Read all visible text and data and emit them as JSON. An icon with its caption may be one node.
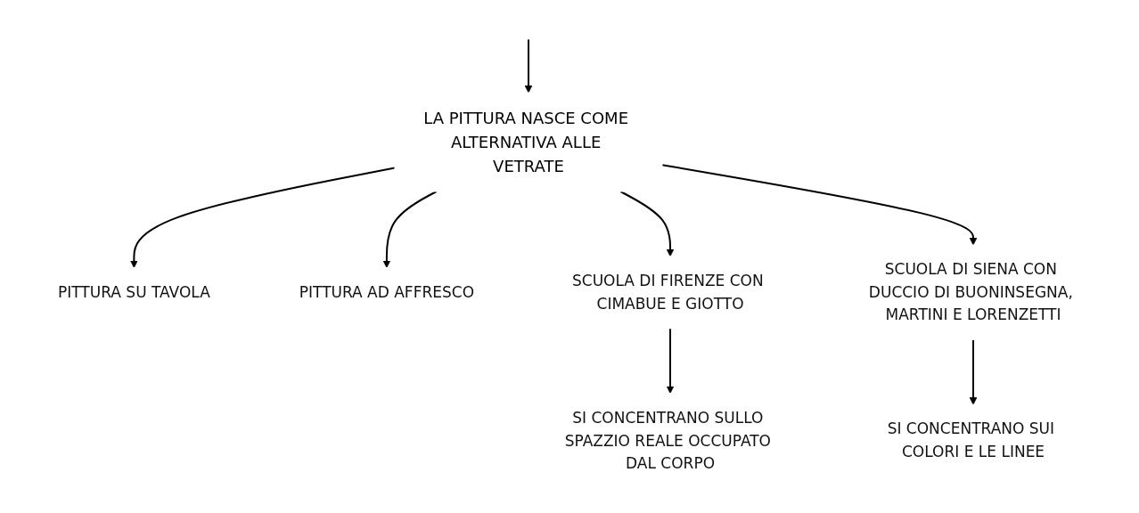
{
  "diagram": {
    "nodes": [
      {
        "text": [
          "LA PITTURA NASCE COME ALTERNATIVA ALLE VETRATE"
        ]
      },
      {
        "text": [
          "PITTURA SU TAVOLA"
        ]
      },
      {
        "text": [
          "PITTURA AD AFFRESCO"
        ]
      },
      {
        "text": [
          "SCUOLA DI FIRENZE CON CIMABUE E GIOTTO"
        ]
      },
      {
        "text": [
          "SCUOLA DI SIENA CON DUCCIO DI BUONINSEGNA, MARTINI E LORENZETTI"
        ]
      },
      {
        "text": [
          "SI CONCENTRANO SULLO SPAZZIO REALE OCCUPATO DAL CORPO"
        ]
      },
      {
        "text": [
          "SI CONCENTRANO SUI COLORI E LE LINEE"
        ]
      }
    ],
    "edges": [
      {
        "from": null,
        "to": 0,
        "arrow": "to"
      },
      {
        "from": 0,
        "to": 1,
        "arrow": "to"
      },
      {
        "from": 0,
        "to": 2,
        "arrow": "to"
      },
      {
        "from": 0,
        "to": 3,
        "arrow": "to"
      },
      {
        "from": 0,
        "to": 4,
        "arrow": "to"
      },
      {
        "from": 3,
        "to": 5,
        "arrow": "to"
      },
      {
        "from": 4,
        "to": 6,
        "arrow": "to"
      }
    ]
  }
}
